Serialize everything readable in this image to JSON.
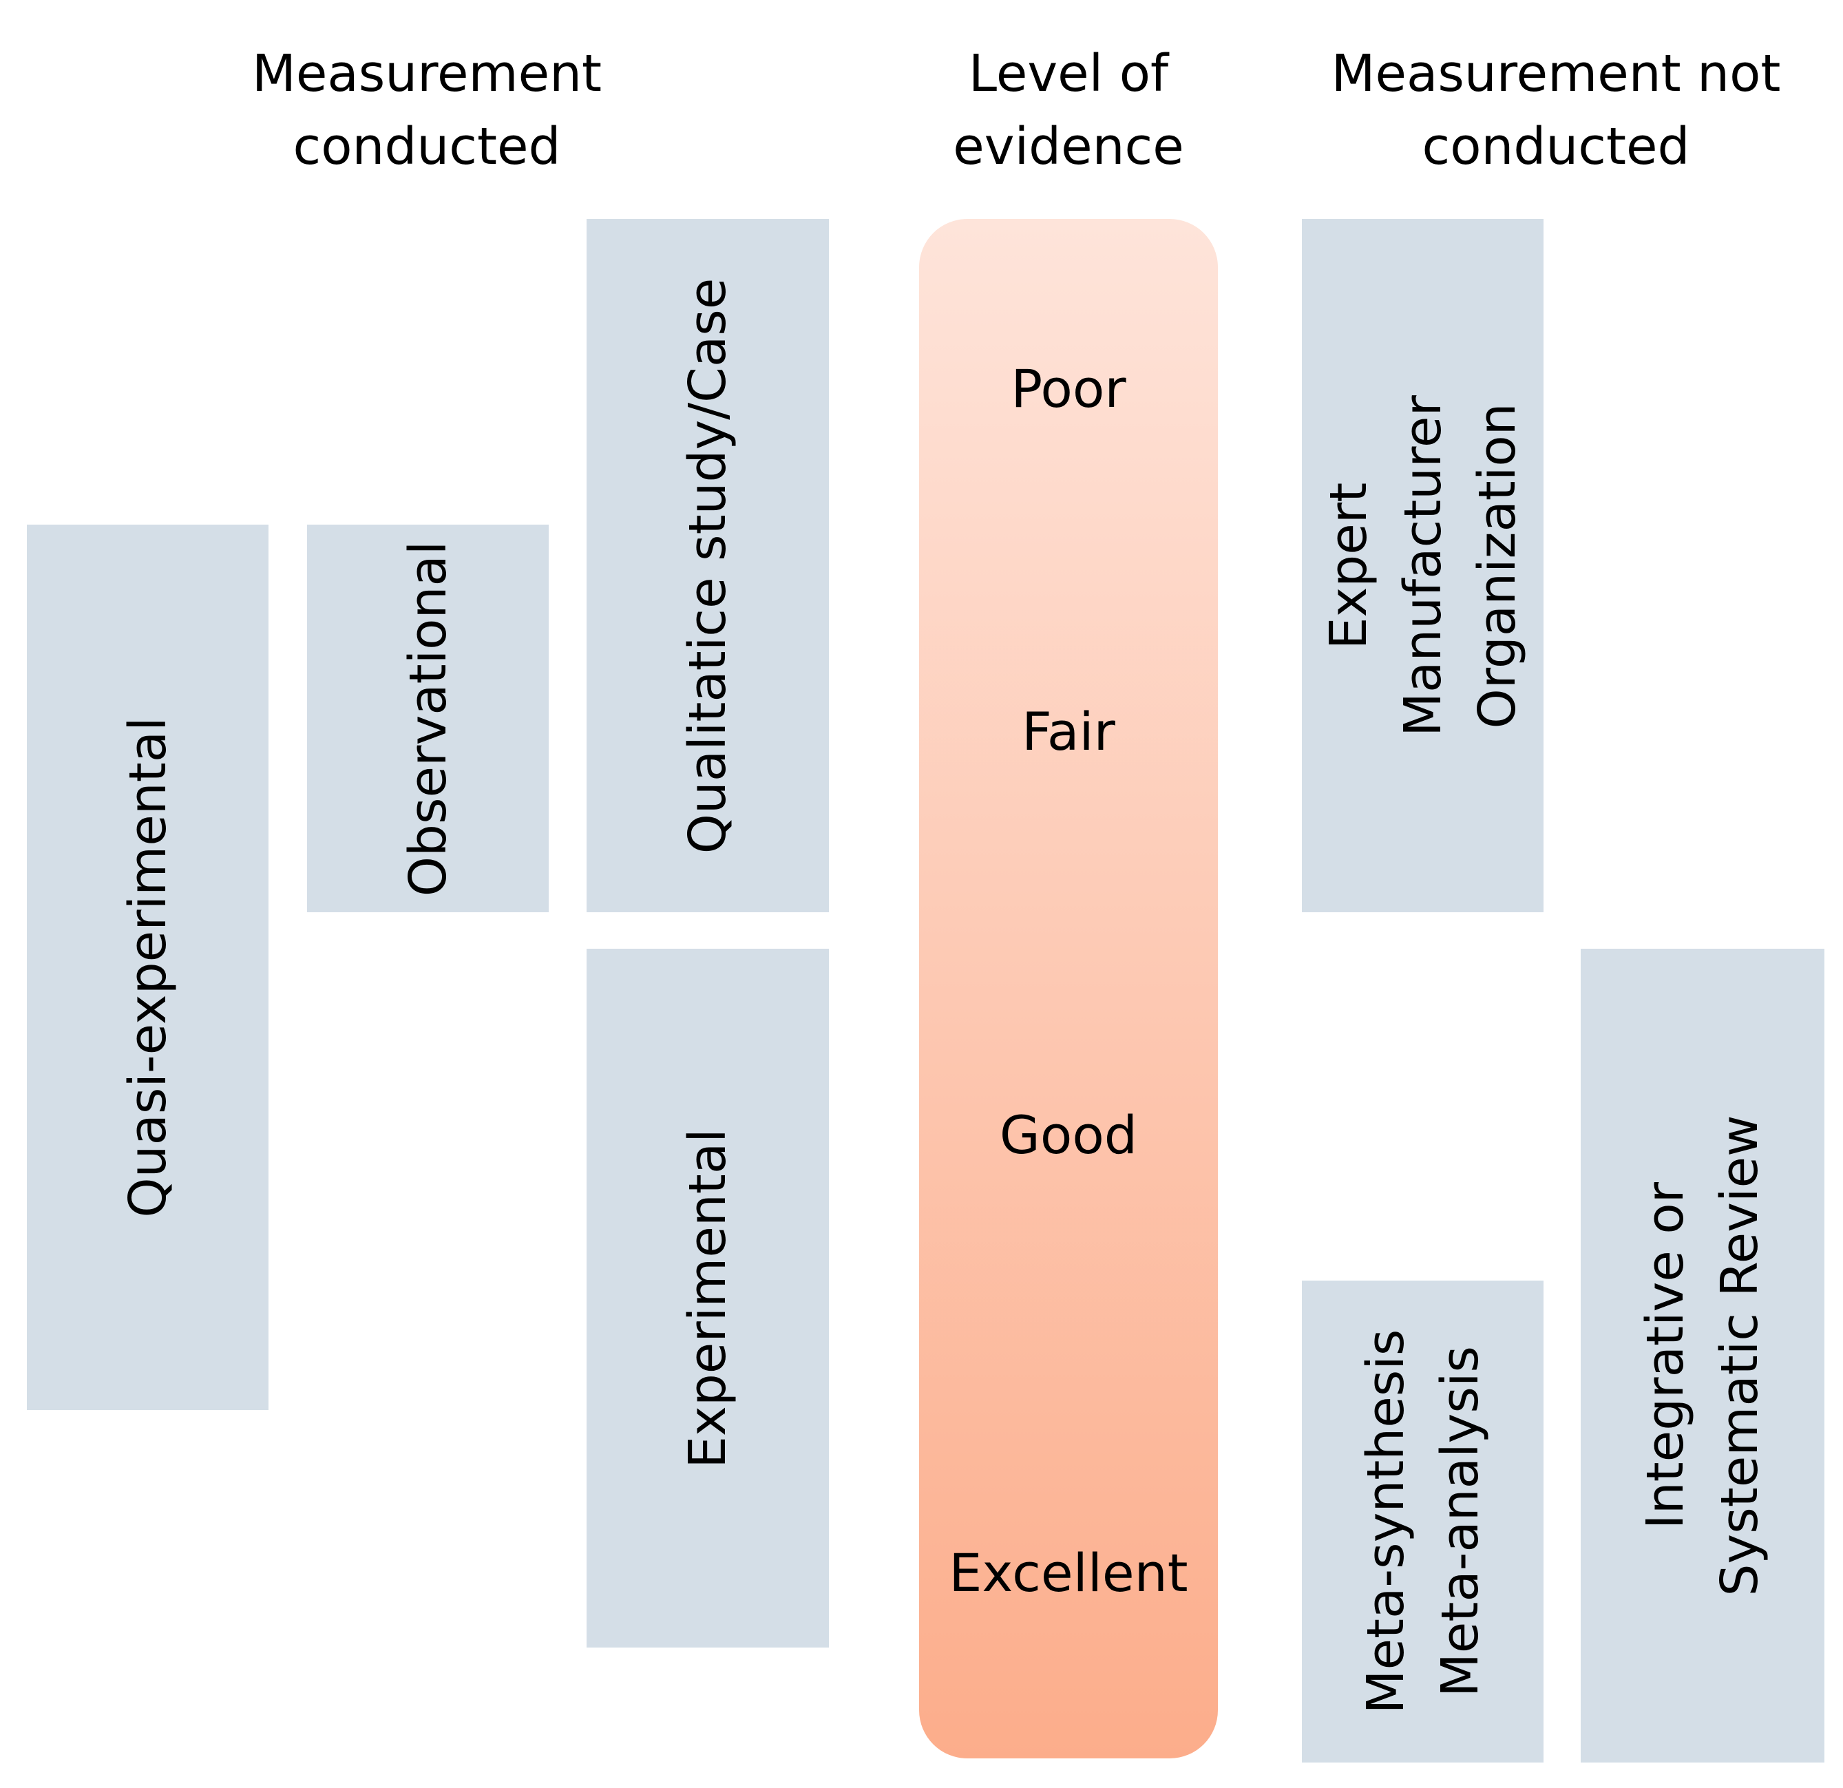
{
  "headings": {
    "conducted": [
      "Measurement",
      "conducted"
    ],
    "level": [
      "Level of",
      "evidence"
    ],
    "not_conducted": [
      "Measurement not",
      "conducted"
    ]
  },
  "conducted_boxes": {
    "quasi_experimental": "Quasi-experimental",
    "observational": "Observational",
    "qualitative_case": "Qualitatice study/Case",
    "experimental": "Experimental"
  },
  "evidence_levels": [
    "Poor",
    "Fair",
    "Good",
    "Excellent"
  ],
  "not_conducted_boxes": {
    "expert_group": [
      "Expert",
      "Manufacturer",
      "Organization"
    ],
    "meta_group": [
      "Meta-synthesis",
      "Meta-analysis"
    ],
    "review_group": [
      "Integrative or",
      "Systematic Review"
    ]
  },
  "colors": {
    "box_fill": "#d4dee7",
    "scale_top": "#fee4da",
    "scale_bottom": "#fcad8b",
    "text": "#000000"
  }
}
